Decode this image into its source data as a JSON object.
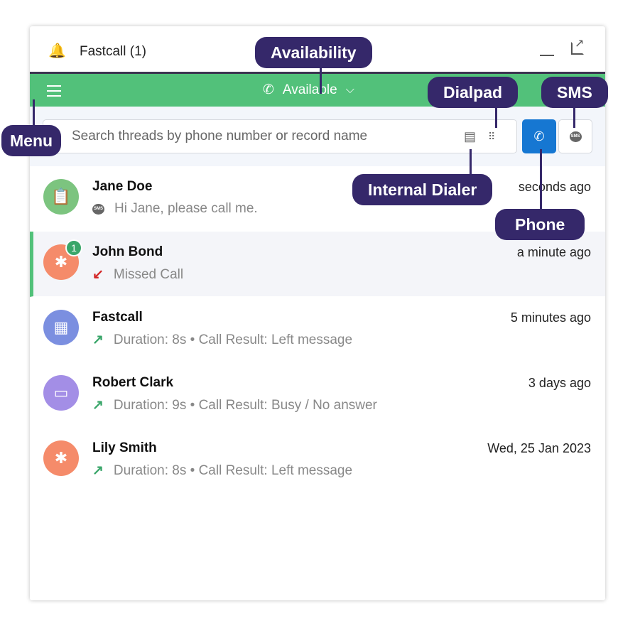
{
  "window": {
    "title": "Fastcall (1)"
  },
  "status": {
    "label": "Available"
  },
  "search": {
    "placeholder": "Search threads by phone number or record name"
  },
  "threads": [
    {
      "name": "Jane Doe",
      "time": "seconds ago",
      "preview": "Hi Jane, please call me.",
      "type": "sms",
      "avatar_color": "#7cc47f",
      "icon": "clipboard-icon"
    },
    {
      "name": "John Bond",
      "time": "a minute ago",
      "preview": "Missed Call",
      "type": "missed",
      "avatar_color": "#f58b6a",
      "icon": "person-icon",
      "badge": "1",
      "selected": true
    },
    {
      "name": "Fastcall",
      "time": "5 minutes ago",
      "preview": "Duration: 8s • Call Result: Left message",
      "type": "outgoing",
      "avatar_color": "#7b8fe0",
      "icon": "building-icon"
    },
    {
      "name": "Robert Clark",
      "time": "3 days ago",
      "preview": "Duration: 9s • Call Result: Busy / No answer",
      "type": "outgoing",
      "avatar_color": "#a38ee6",
      "icon": "contact-card-icon"
    },
    {
      "name": "Lily Smith",
      "time": "Wed, 25 Jan 2023",
      "preview": "Duration: 8s • Call Result: Left message",
      "type": "outgoing",
      "avatar_color": "#f58b6a",
      "icon": "person-icon"
    }
  ],
  "sms_icon_text": "SMS",
  "callouts": {
    "availability": "Availability",
    "dialpad": "Dialpad",
    "sms": "SMS",
    "menu": "Menu",
    "internal_dialer": "Internal Dialer",
    "phone": "Phone"
  },
  "colors": {
    "green": "#52c17a",
    "callout": "#35286a",
    "phone_button": "#1677d2"
  }
}
